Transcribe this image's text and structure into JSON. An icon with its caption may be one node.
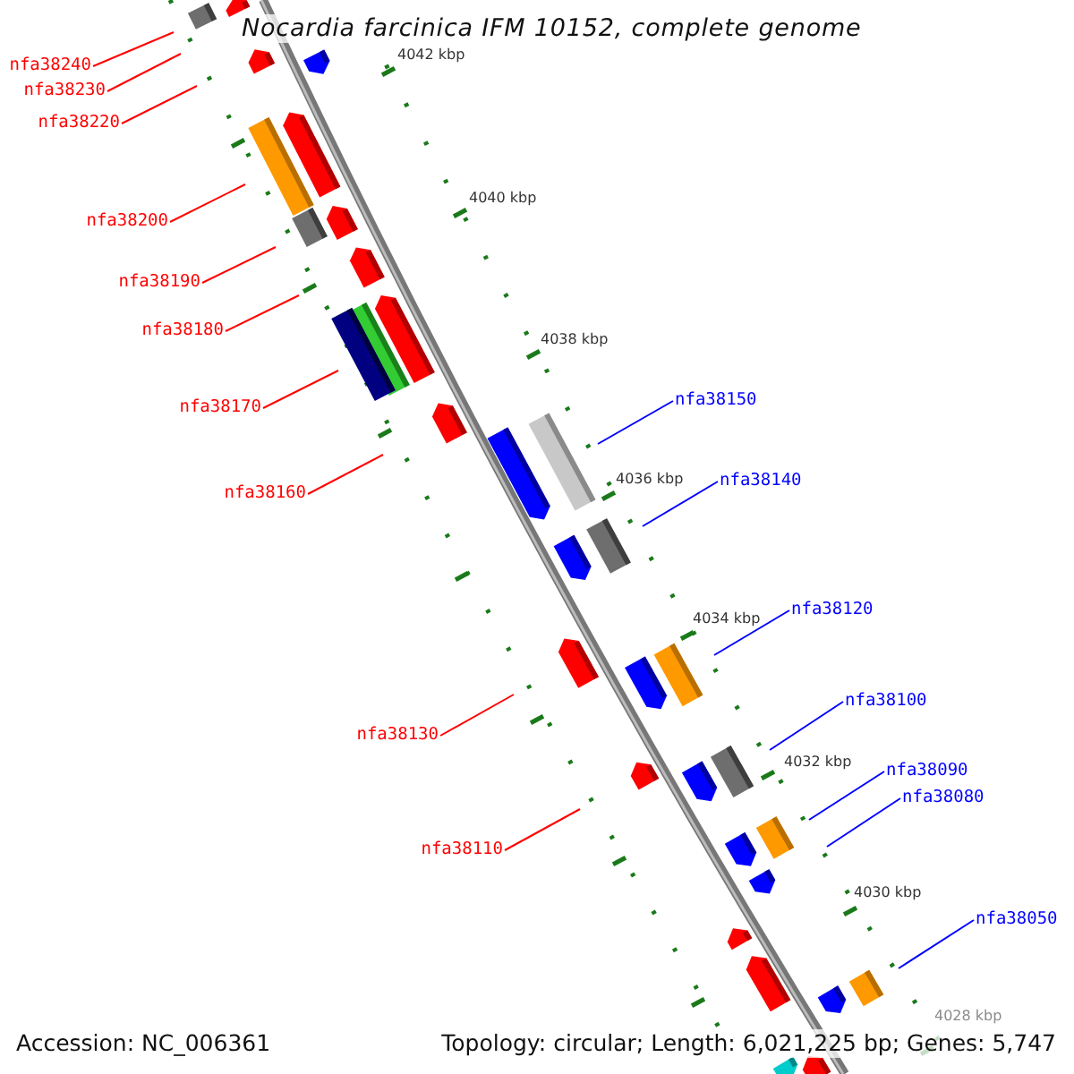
{
  "diagram": {
    "title": "Nocardia farcinica IFM 10152, complete genome",
    "nodes": [
      {
        "text": [
          "nfa38240"
        ]
      },
      {
        "text": [
          "nfa38230"
        ]
      },
      {
        "text": [
          "nfa38220"
        ]
      },
      {
        "text": [
          "nfa38200"
        ]
      },
      {
        "text": [
          "nfa38190"
        ]
      },
      {
        "text": [
          "nfa38180"
        ]
      },
      {
        "text": [
          "nfa38170"
        ]
      },
      {
        "text": [
          "nfa38150"
        ]
      },
      {
        "text": [
          "nfa38140"
        ]
      },
      {
        "text": [
          "nfa38160"
        ]
      },
      {
        "text": [
          "nfa38120"
        ]
      },
      {
        "text": [
          "nfa38100"
        ]
      },
      {
        "text": [
          "nfa38130"
        ]
      },
      {
        "text": [
          "nfa38090"
        ]
      },
      {
        "text": [
          "nfa38080"
        ]
      },
      {
        "text": [
          "nfa38110"
        ]
      },
      {
        "text": [
          "nfa38050"
        ]
      }
    ],
    "edges": [
      {
        "from": 0,
        "to": null,
        "arrow": "none",
        "color": "#ff0000"
      },
      {
        "from": 1,
        "to": null,
        "arrow": "none",
        "color": "#ff0000"
      },
      {
        "from": 2,
        "to": null,
        "arrow": "none",
        "color": "#ff0000"
      },
      {
        "from": 3,
        "to": null,
        "arrow": "none",
        "color": "#ff0000"
      },
      {
        "from": 4,
        "to": null,
        "arrow": "none",
        "color": "#ff0000"
      },
      {
        "from": 5,
        "to": null,
        "arrow": "none",
        "color": "#ff0000"
      },
      {
        "from": 6,
        "to": null,
        "arrow": "none",
        "color": "#ff0000"
      },
      {
        "from": 7,
        "to": null,
        "arrow": "none",
        "color": "#0000ff"
      },
      {
        "from": 8,
        "to": null,
        "arrow": "none",
        "color": "#0000ff"
      },
      {
        "from": 9,
        "to": null,
        "arrow": "none",
        "color": "#ff0000"
      },
      {
        "from": 10,
        "to": null,
        "arrow": "none",
        "color": "#0000ff"
      },
      {
        "from": 11,
        "to": null,
        "arrow": "none",
        "color": "#0000ff"
      },
      {
        "from": 12,
        "to": null,
        "arrow": "none",
        "color": "#ff0000"
      },
      {
        "from": 13,
        "to": null,
        "arrow": "none",
        "color": "#0000ff"
      },
      {
        "from": 14,
        "to": null,
        "arrow": "none",
        "color": "#0000ff"
      },
      {
        "from": 15,
        "to": null,
        "arrow": "none",
        "color": "#ff0000"
      },
      {
        "from": 16,
        "to": null,
        "arrow": "none",
        "color": "#0000ff"
      }
    ],
    "labels": [
      "4042 kbp",
      "4040 kbp",
      "4038 kbp",
      "4036 kbp",
      "4034 kbp",
      "4032 kbp",
      "4030 kbp",
      "4028 kbp",
      "Accession: NC_006361",
      "Topology: circular; Length: 6,021,225 bp; Genes: 5,747"
    ]
  }
}
